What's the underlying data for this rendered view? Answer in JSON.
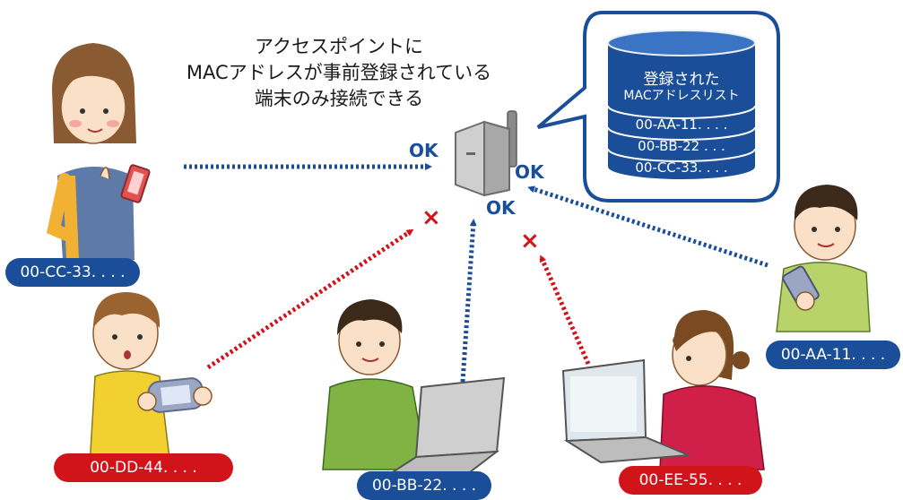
{
  "caption": {
    "line1": "アクセスポイントに",
    "line2": "MACアドレスが事前登録されている",
    "line3": "端末のみ接続できる"
  },
  "mac_list": {
    "title_line1": "登録された",
    "title_line2": "MACアドレスリスト",
    "entries": [
      "00-AA-11. . . .",
      "00-BB-22  . . .",
      "00-CC-33. . . ."
    ]
  },
  "results": {
    "ok": "OK",
    "denied": "×"
  },
  "devices": [
    {
      "mac": "00-CC-33. . . .",
      "status": "allowed",
      "color": "#1b4e98"
    },
    {
      "mac": "00-DD-44. . . .",
      "status": "denied",
      "color": "#d0141a"
    },
    {
      "mac": "00-BB-22. . . .",
      "status": "allowed",
      "color": "#1b4e98"
    },
    {
      "mac": "00-EE-55. . . .",
      "status": "denied",
      "color": "#d0141a"
    },
    {
      "mac": "00-AA-11. . . .",
      "status": "allowed",
      "color": "#1b4e98"
    }
  ],
  "icons": {
    "access_point": "wireless-access-point-icon",
    "database": "database-cylinder-icon"
  }
}
